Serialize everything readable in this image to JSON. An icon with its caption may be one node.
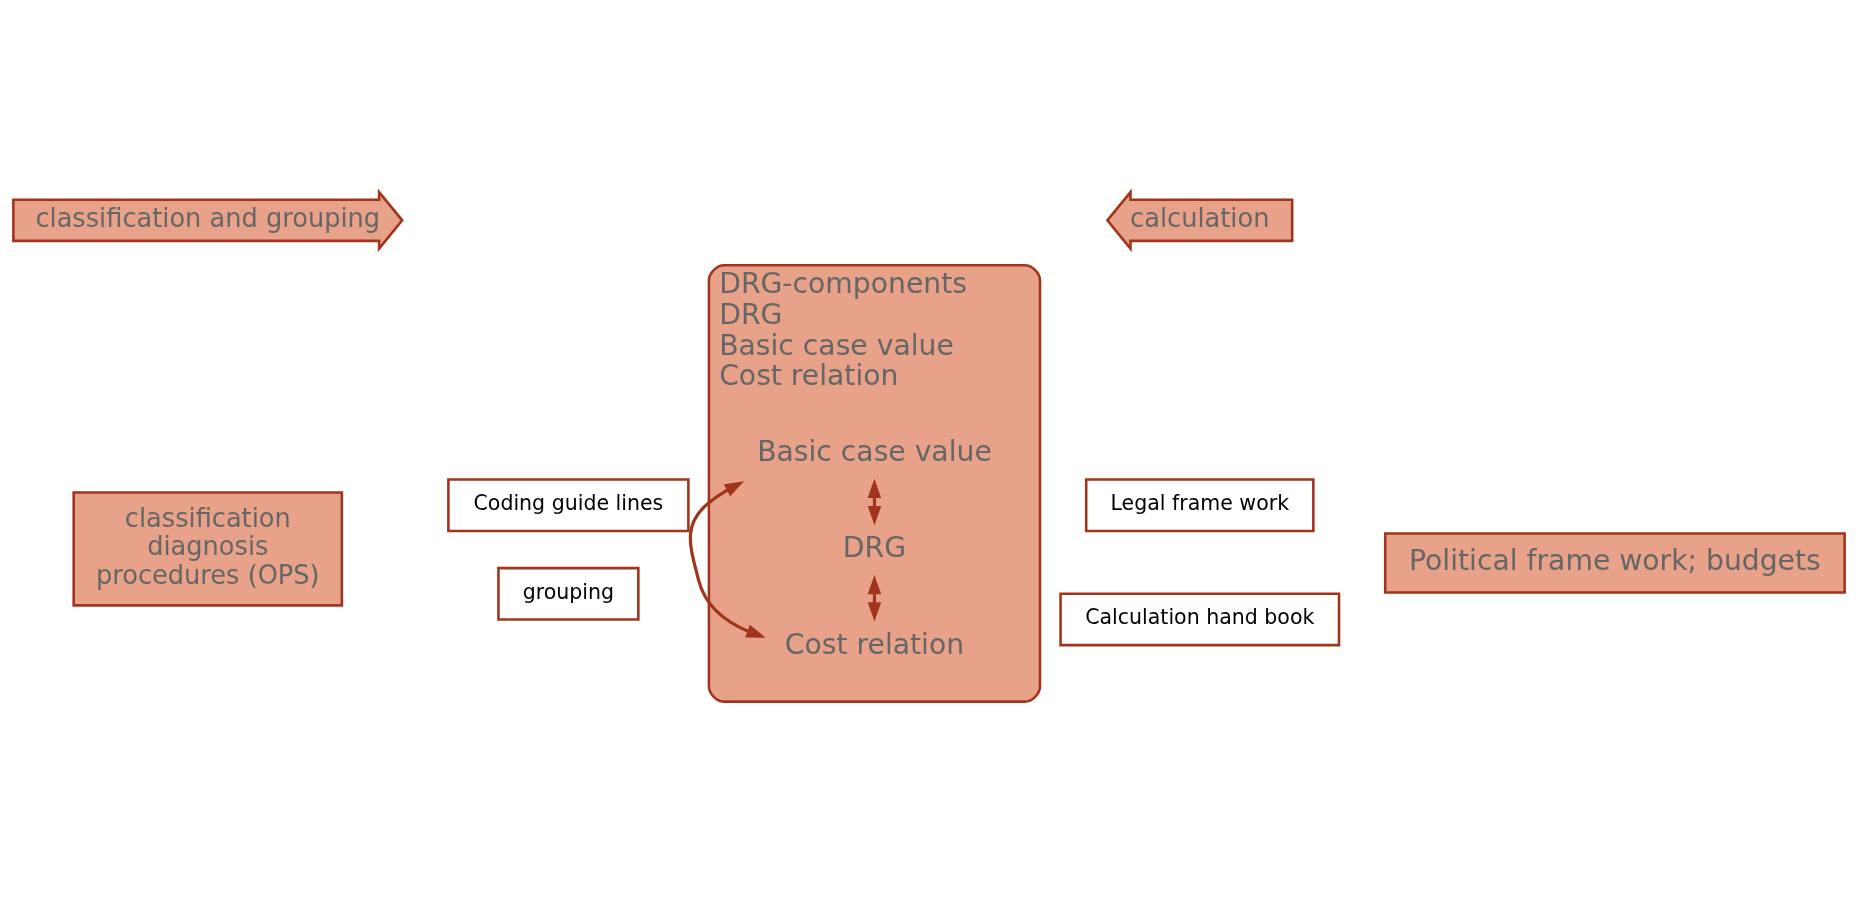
{
  "diagram": {
    "nodes": [
      {
        "text": [
          "classification",
          "diagnosis",
          "procedures (OPS)"
        ]
      },
      {
        "text": [
          "Coding guide lines"
        ]
      },
      {
        "text": [
          "grouping"
        ]
      },
      {
        "text": [
          "DRG-components",
          "DRG",
          "Basic case value",
          "Cost relation"
        ]
      },
      {
        "text": [
          "Basic case value"
        ],
        "in": 3
      },
      {
        "text": [
          "DRG"
        ],
        "in": 3
      },
      {
        "text": [
          "Cost relation"
        ],
        "in": 3
      },
      {
        "text": [
          "Legal frame work"
        ]
      },
      {
        "text": [
          "Calculation hand book"
        ]
      },
      {
        "text": [
          "Political frame work; budgets"
        ]
      },
      {
        "text": [
          "classification and grouping"
        ]
      },
      {
        "text": [
          "calculation"
        ]
      }
    ],
    "edges": [
      {
        "from": 5,
        "to": 4,
        "arrow": "both"
      },
      {
        "from": 4,
        "to": 6,
        "arrow": "both"
      },
      {
        "from": 5,
        "to": 6,
        "arrow": "both"
      }
    ]
  }
}
